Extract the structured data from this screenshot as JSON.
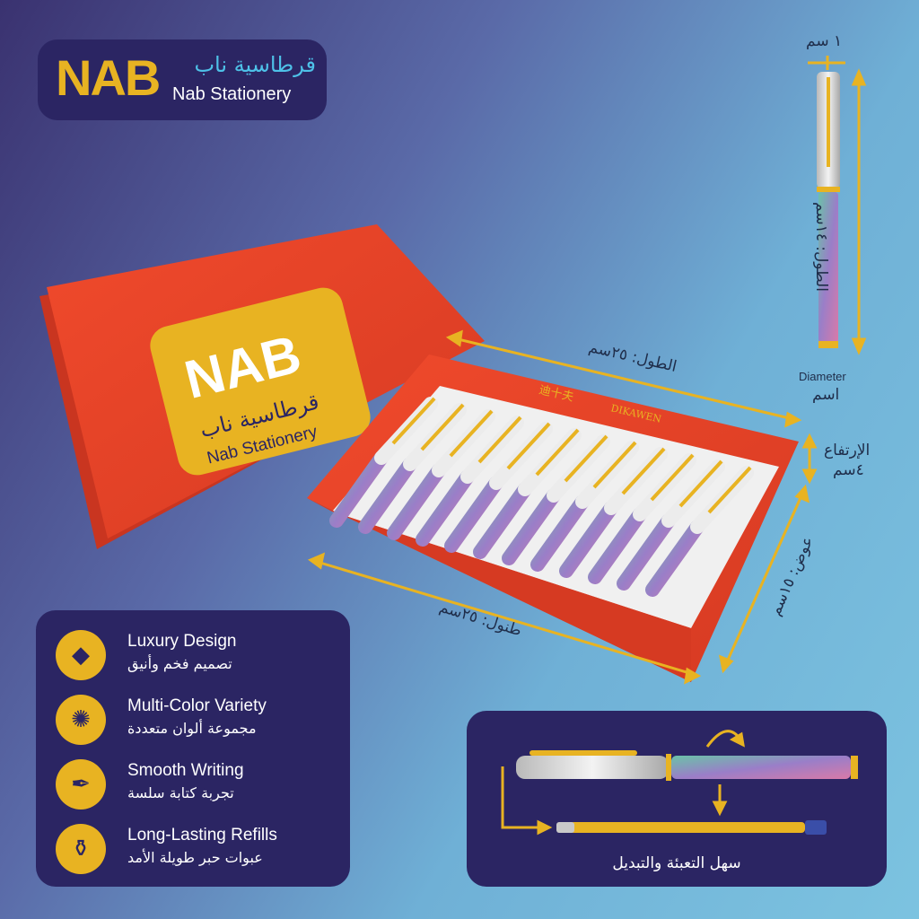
{
  "brand": {
    "logo_letters": "NAB",
    "name_ar": "قرطاسية ناب",
    "name_en": "Nab Stationery"
  },
  "box": {
    "print_brand": "DIKAWEN",
    "print_chinese": "迪十夫"
  },
  "dimensions": {
    "pen_cap": "١ سم",
    "pen_length": "الطول: ١٤سم",
    "pen_diameter_en": "Diameter",
    "pen_diameter_ar": "اسم",
    "box_length": "الطول: ٢٥سم",
    "box_height_label": "الإرتفاع",
    "box_height_value": "٤سم",
    "box_width": "عوض: ١٥سم",
    "box_bottom_length": "طنول: ٢٥سم"
  },
  "features": [
    {
      "icon": "diamond-icon",
      "en": "Luxury Design",
      "ar": "تصميم فخم وأنيق"
    },
    {
      "icon": "palette-icon",
      "en": "Multi-Color Variety",
      "ar": "مجموعة ألوان متعددة"
    },
    {
      "icon": "feather-icon",
      "en": "Smooth Writing",
      "ar": "تجربة كتابة سلسة"
    },
    {
      "icon": "ink-bottle-icon",
      "en": "Long-Lasting Refills",
      "ar": "عبوات حبر طويلة الأمد"
    }
  ],
  "refill": {
    "caption": "سهل التعبئة والتبديل"
  },
  "colors": {
    "gold": "#e8b322",
    "panel": "#2b2563",
    "box_red": "#e8432a",
    "accent_blue": "#4ec1e8"
  }
}
